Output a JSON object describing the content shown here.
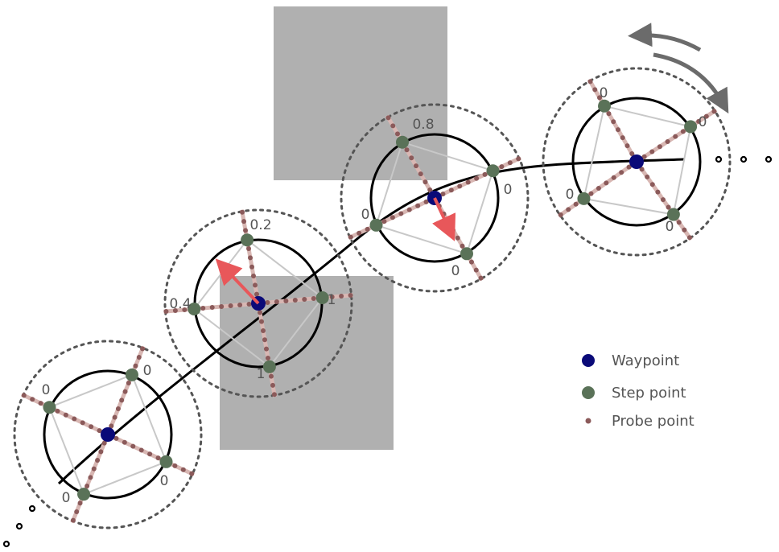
{
  "colors": {
    "waypoint": "#0a0a78",
    "step_point": "#5a7258",
    "probe_point": "#8b5a5a",
    "probe_line": "#d8b7b3",
    "obstacle": "#b0b0b0",
    "path": "#000000",
    "safety_ring": "#555555",
    "direction_arrow": "#e8575a",
    "rotation_arrow": "#6b6b6b",
    "polygon": "#c8c8c8",
    "label_text": "#555555"
  },
  "legend": [
    {
      "label": "Waypoint",
      "icon": "waypoint-marker"
    },
    {
      "label": "Step point",
      "icon": "step-point-marker"
    },
    {
      "label": "Probe point",
      "icon": "probe-point-marker"
    }
  ],
  "waypoints": [
    {
      "step_values": [
        "0",
        "0",
        "0",
        "0"
      ]
    },
    {
      "step_values": [
        "0.2",
        "1",
        "1",
        "0.4"
      ]
    },
    {
      "step_values": [
        "0.8",
        "0",
        "0",
        "0"
      ]
    },
    {
      "step_values": [
        "0",
        "0",
        "0",
        "0"
      ]
    }
  ],
  "continuation_marks": [
    "…",
    "…"
  ],
  "icons": [
    "rotation-arrow-icon",
    "direction-arrow-icon"
  ]
}
